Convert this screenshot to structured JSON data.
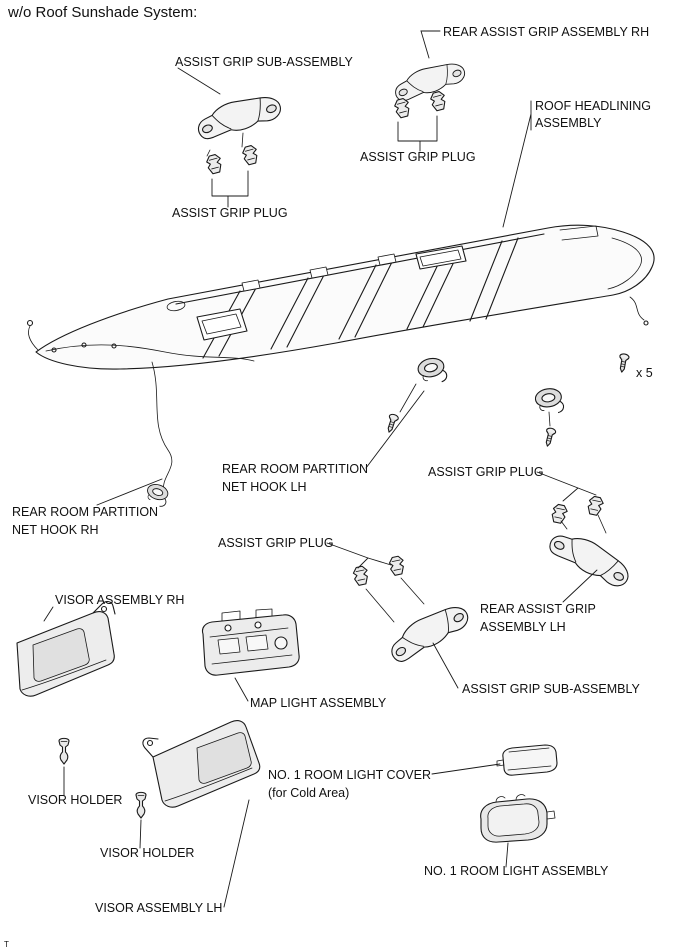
{
  "page": {
    "title": "w/o Roof Sunshade System:",
    "footer_mark": "T"
  },
  "colors": {
    "line": "#1a1a1a",
    "background": "#ffffff"
  },
  "labels": {
    "rear_assist_grip_rh": "REAR ASSIST GRIP ASSEMBLY RH",
    "assist_grip_sub_top": "ASSIST GRIP SUB-ASSEMBLY",
    "roof_headlining_line1": "ROOF HEADLINING",
    "roof_headlining_line2": "ASSEMBLY",
    "assist_grip_plug_top_right": "ASSIST GRIP PLUG",
    "assist_grip_plug_top_left": "ASSIST GRIP PLUG",
    "screw_count": "x 5",
    "net_hook_lh_line1": "REAR ROOM PARTITION",
    "net_hook_lh_line2": "NET HOOK LH",
    "assist_grip_plug_mid_right": "ASSIST GRIP PLUG",
    "net_hook_rh_line1": "REAR ROOM PARTITION",
    "net_hook_rh_line2": "NET HOOK RH",
    "assist_grip_plug_mid_left": "ASSIST GRIP PLUG",
    "visor_rh": "VISOR ASSEMBLY RH",
    "rear_assist_grip_lh_line1": "REAR ASSIST GRIP",
    "rear_assist_grip_lh_line2": "ASSEMBLY LH",
    "map_light": "MAP LIGHT ASSEMBLY",
    "assist_grip_sub_bottom": "ASSIST GRIP SUB-ASSEMBLY",
    "room_light_cover_line1": "NO. 1 ROOM LIGHT COVER",
    "room_light_cover_line2": "(for Cold Area)",
    "visor_holder_left": "VISOR HOLDER",
    "visor_holder_mid": "VISOR HOLDER",
    "room_light_assembly": "NO. 1 ROOM LIGHT ASSEMBLY",
    "visor_lh": "VISOR ASSEMBLY LH"
  }
}
